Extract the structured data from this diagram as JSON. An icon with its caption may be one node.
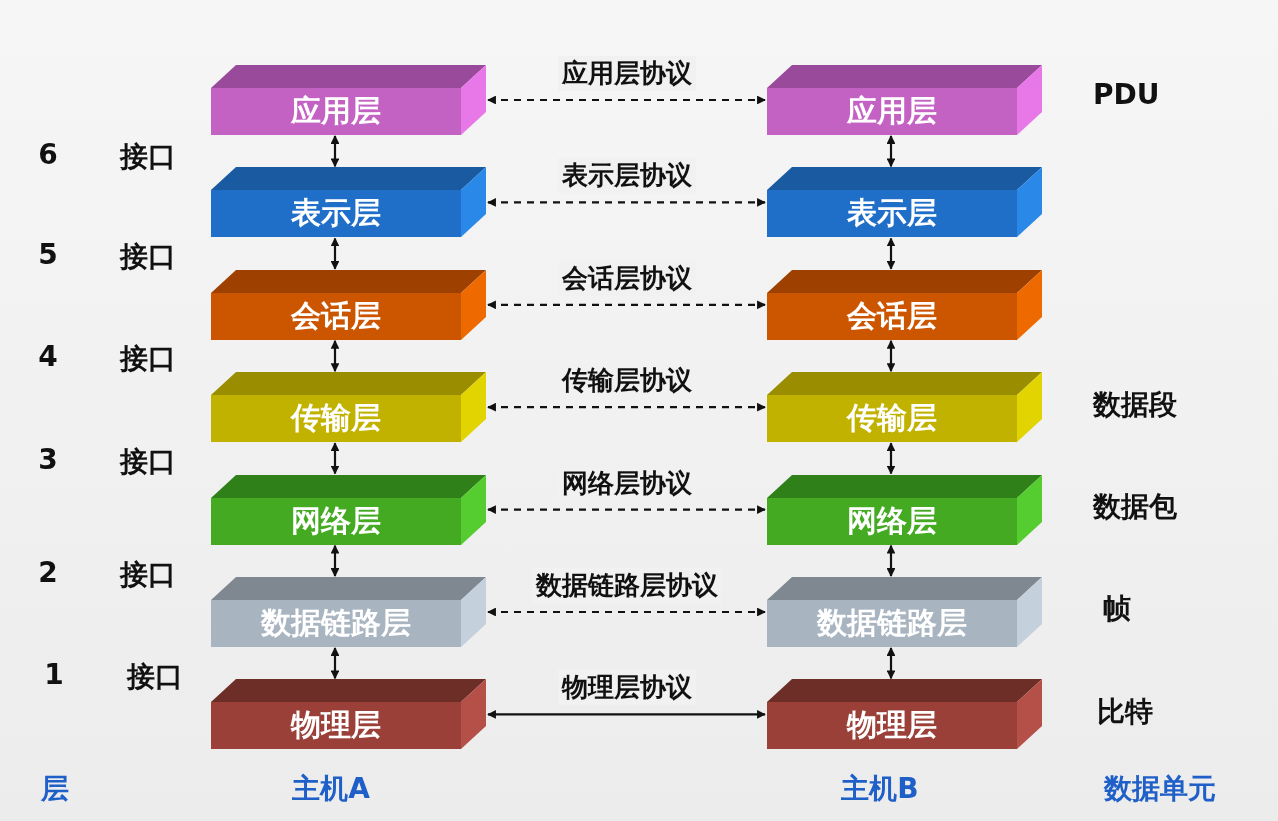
{
  "diagram": {
    "nodes": [
      {
        "text": [
          "应用层"
        ]
      },
      {
        "text": [
          "应用层"
        ]
      },
      {
        "text": [
          "表示层"
        ]
      },
      {
        "text": [
          "表示层"
        ]
      },
      {
        "text": [
          "会话层"
        ]
      },
      {
        "text": [
          "会话层"
        ]
      },
      {
        "text": [
          "传输层"
        ]
      },
      {
        "text": [
          "传输层"
        ]
      },
      {
        "text": [
          "网络层"
        ]
      },
      {
        "text": [
          "网络层"
        ]
      },
      {
        "text": [
          "数据链路层"
        ]
      },
      {
        "text": [
          "数据链路层"
        ]
      },
      {
        "text": [
          "物理层"
        ]
      },
      {
        "text": [
          "物理层"
        ]
      }
    ],
    "edges": [
      {
        "from": 0,
        "to": 1,
        "arrow": "both",
        "label": "应用层协议",
        "style": "dashed"
      },
      {
        "from": 2,
        "to": 3,
        "arrow": "both",
        "label": "表示层协议",
        "style": "dashed"
      },
      {
        "from": 4,
        "to": 5,
        "arrow": "both",
        "label": "会话层协议",
        "style": "dashed"
      },
      {
        "from": 6,
        "to": 7,
        "arrow": "both",
        "label": "传输层协议",
        "style": "dashed"
      },
      {
        "from": 8,
        "to": 9,
        "arrow": "both",
        "label": "网络层协议",
        "style": "dashed"
      },
      {
        "from": 10,
        "to": 11,
        "arrow": "both",
        "label": "数据链路层协议",
        "style": "dashed"
      },
      {
        "from": 12,
        "to": 13,
        "arrow": "both",
        "label": "物理层协议"
      },
      {
        "from": 0,
        "to": 2,
        "arrow": "both"
      },
      {
        "from": 2,
        "to": 4,
        "arrow": "both"
      },
      {
        "from": 4,
        "to": 6,
        "arrow": "both"
      },
      {
        "from": 6,
        "to": 8,
        "arrow": "both"
      },
      {
        "from": 8,
        "to": 10,
        "arrow": "both"
      },
      {
        "from": 10,
        "to": 12,
        "arrow": "both"
      },
      {
        "from": 1,
        "to": 3,
        "arrow": "both"
      },
      {
        "from": 3,
        "to": 5,
        "arrow": "both"
      },
      {
        "from": 5,
        "to": 7,
        "arrow": "both"
      },
      {
        "from": 7,
        "to": 9,
        "arrow": "both"
      },
      {
        "from": 9,
        "to": 11,
        "arrow": "both"
      },
      {
        "from": 11,
        "to": 13,
        "arrow": "both"
      }
    ],
    "labels": [
      "PDU",
      "6",
      "接口",
      "5",
      "接口",
      "4",
      "接口",
      "数据段",
      "3",
      "接口",
      "数据包",
      "2",
      "接口",
      "帧",
      "1",
      "接口",
      "比特",
      "层",
      "主机A",
      "主机B",
      "数据单元"
    ]
  }
}
